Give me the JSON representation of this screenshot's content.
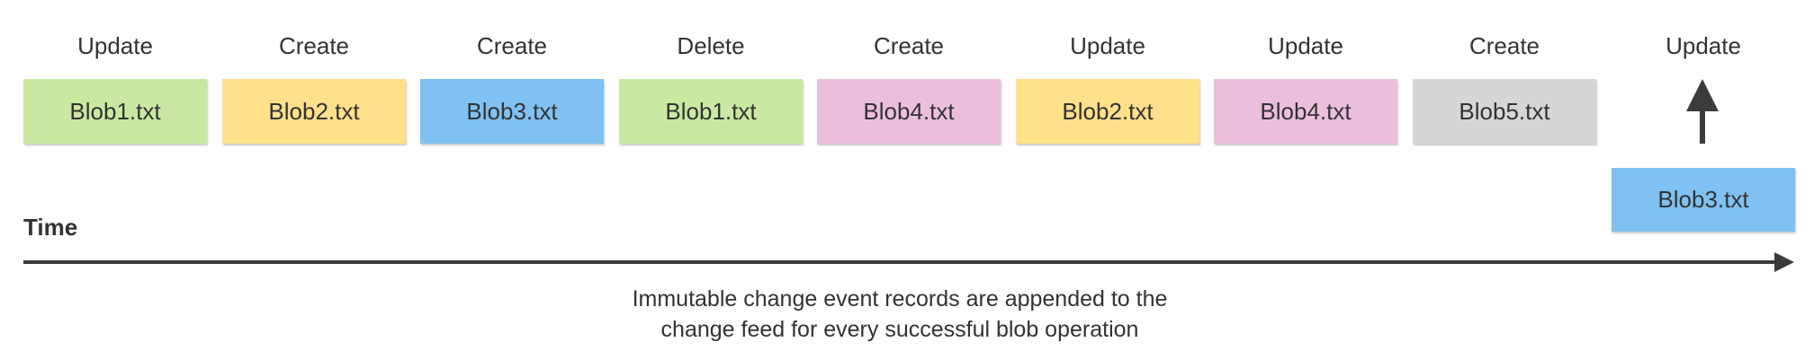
{
  "events": [
    {
      "operation": "Update",
      "blob": "Blob1.txt",
      "color": "#c9e9a2"
    },
    {
      "operation": "Create",
      "blob": "Blob2.txt",
      "color": "#ffe08b"
    },
    {
      "operation": "Create",
      "blob": "Blob3.txt",
      "color": "#7fc1f2"
    },
    {
      "operation": "Delete",
      "blob": "Blob1.txt",
      "color": "#c9e9a2"
    },
    {
      "operation": "Create",
      "blob": "Blob4.txt",
      "color": "#ebbfdc"
    },
    {
      "operation": "Update",
      "blob": "Blob2.txt",
      "color": "#ffe08b"
    },
    {
      "operation": "Update",
      "blob": "Blob4.txt",
      "color": "#ebbfdc"
    },
    {
      "operation": "Create",
      "blob": "Blob5.txt",
      "color": "#d6d6d6"
    }
  ],
  "incoming": {
    "operation": "Update",
    "blob": "Blob3.txt",
    "color": "#7fc1f2"
  },
  "time_label": "Time",
  "caption_line1": "Immutable change event records are appended to the",
  "caption_line2": "change feed for every successful blob operation"
}
